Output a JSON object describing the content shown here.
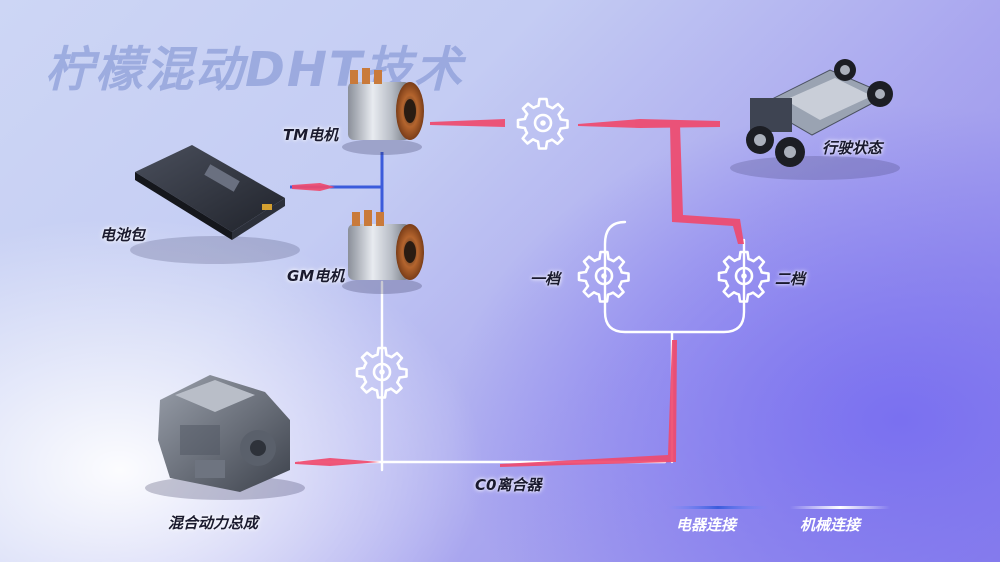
{
  "title": "柠檬混动DHT技术",
  "components": {
    "tm_motor": "TM电机",
    "gm_motor": "GM电机",
    "battery": "电池包",
    "drive_state": "行驶状态",
    "gear_1": "一档",
    "gear_2": "二档",
    "clutch": "C0离合器",
    "powertrain": "混合动力总成"
  },
  "legend": {
    "electrical": "电器连接",
    "mechanical": "机械连接"
  },
  "colors": {
    "electrical": "#3b5bdb",
    "mechanical": "#ffffff",
    "power_flow": "#ef4a6e"
  }
}
